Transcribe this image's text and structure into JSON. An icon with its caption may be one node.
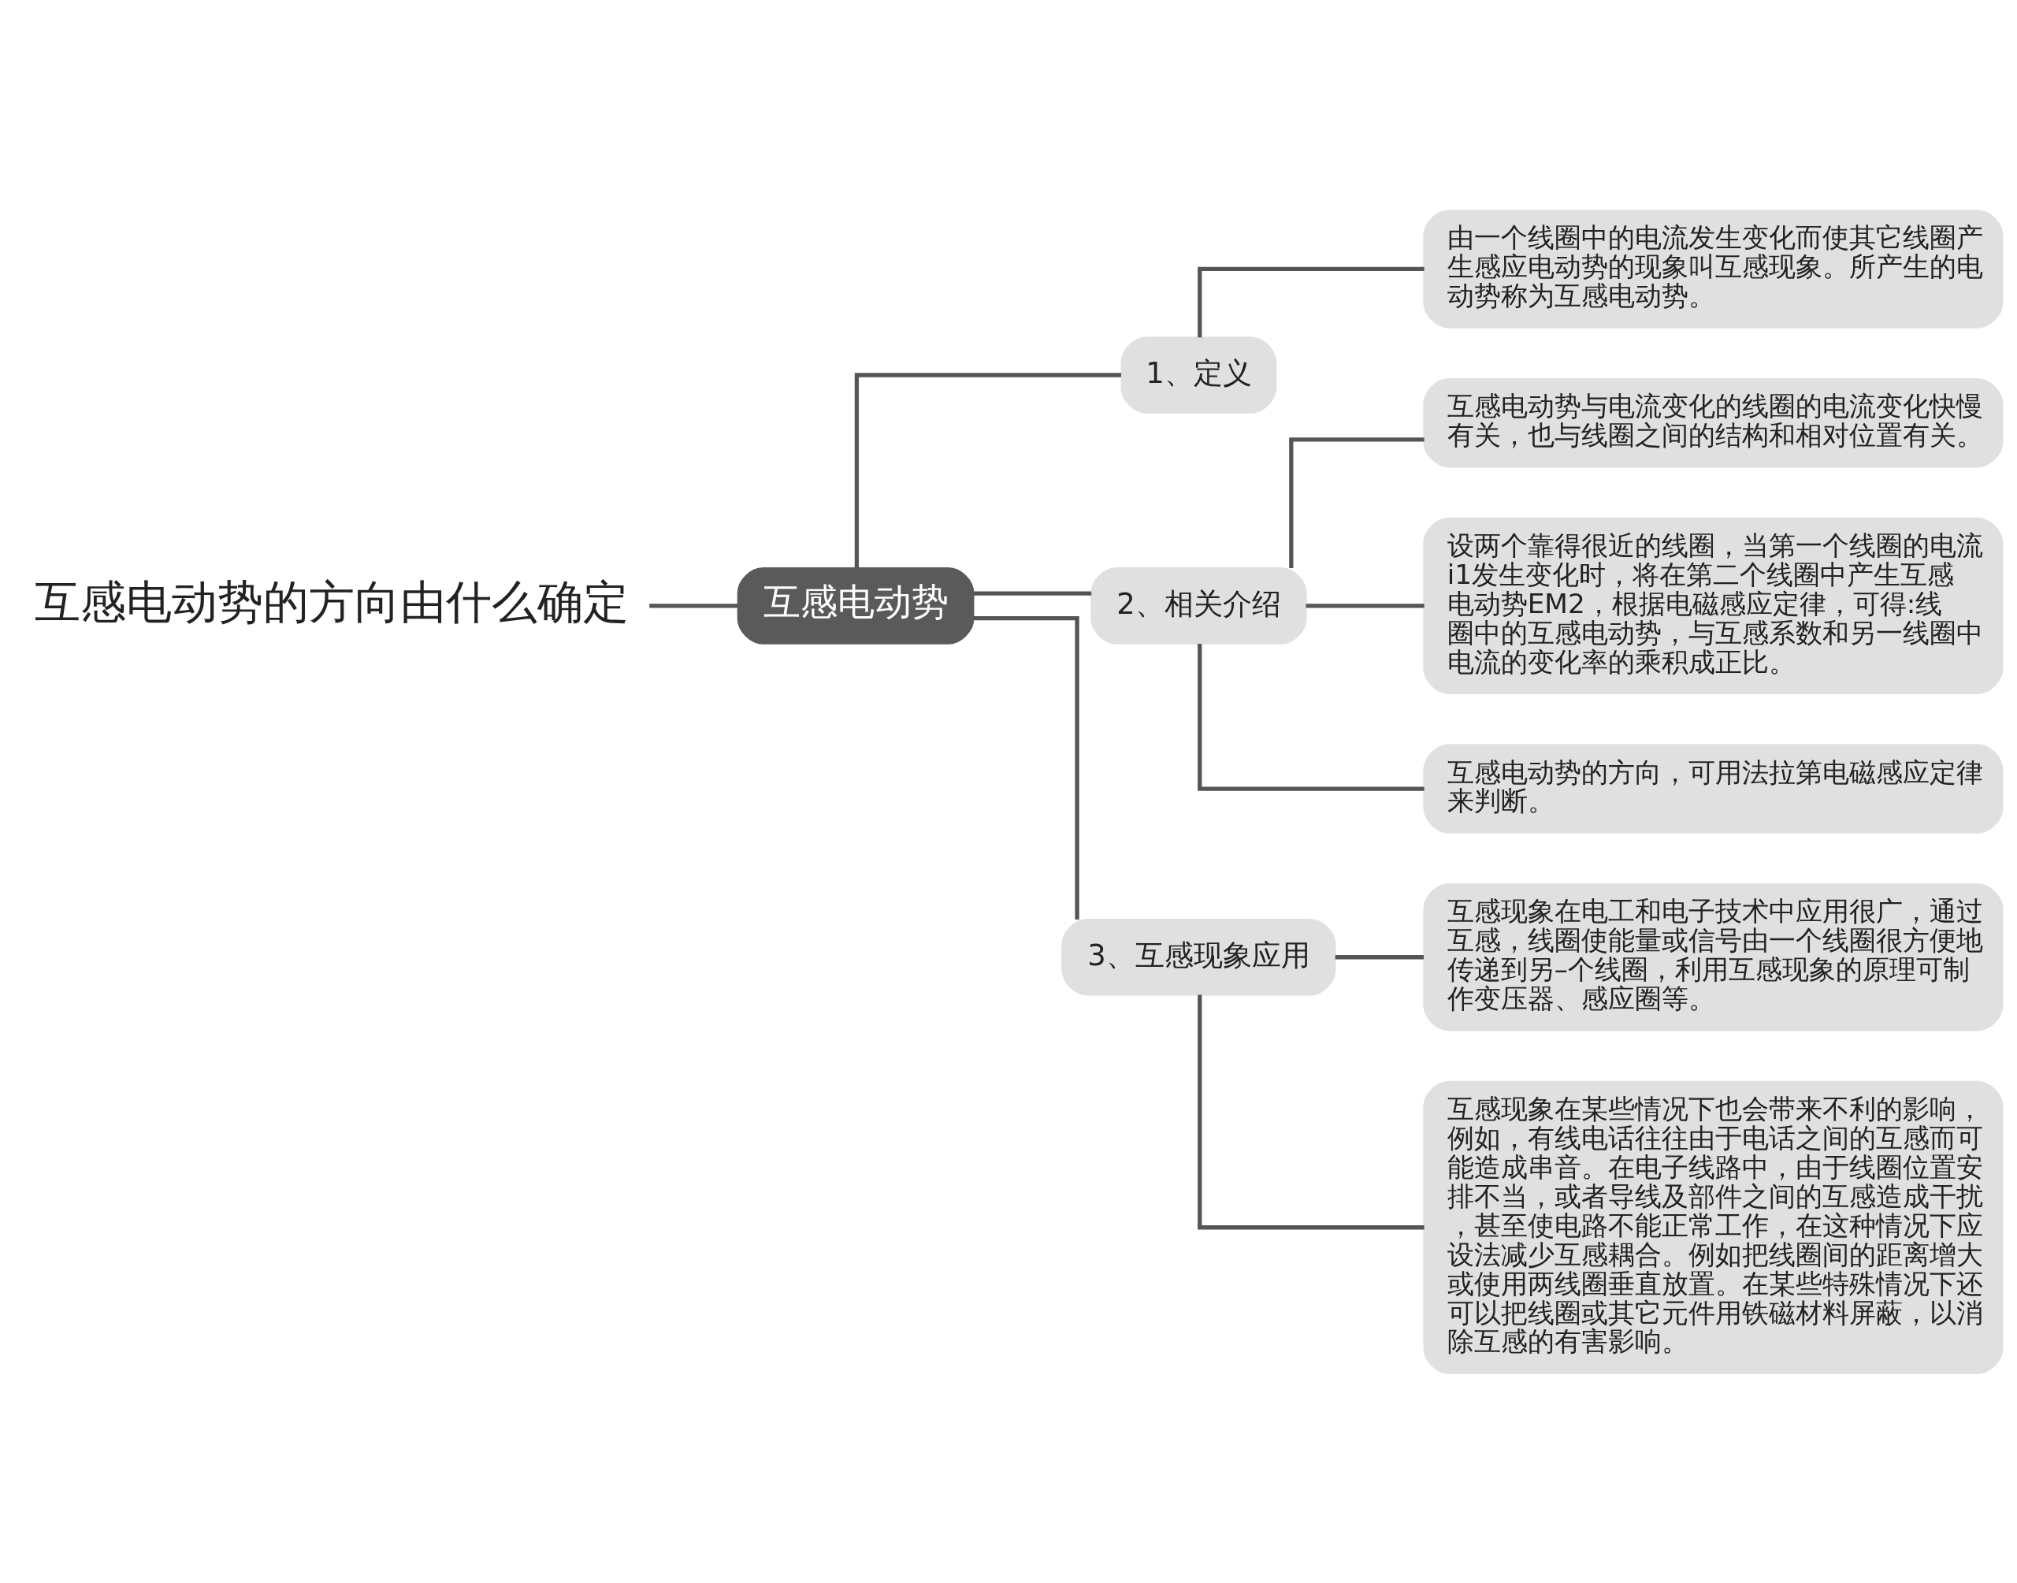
{
  "diagram": {
    "nodes": [
      {
        "text": [
          "互感电动势的方向由什么确定"
        ]
      },
      {
        "text": [
          "互感电动势"
        ]
      },
      {
        "text": [
          "1、定义"
        ]
      },
      {
        "text": [
          "由一个线圈中的电流发生变化而使其它线圈产生感应电动势的现象叫互感现象。所产生的电动势称为互感电动势。"
        ]
      },
      {
        "text": [
          "2、相关介绍"
        ]
      },
      {
        "text": [
          "互感电动势与电流变化的线圈的电流变化快慢有关，也与线圈之间的结构和相对位置有关。"
        ]
      },
      {
        "text": [
          "设两个靠得很近的线圈，当第一个线圈的电流i1发生变化时，将在第二个线圈中产生互感电动势EM2，根据电磁感应定律，可得:线圈中的互感电动势，与互感系数和另一线圈中电流的变化率的乘积成正比。"
        ]
      },
      {
        "text": [
          "互感电动势的方向，可用法拉第电磁感应定律来判断。"
        ]
      },
      {
        "text": [
          "3、互感现象应用"
        ]
      },
      {
        "text": [
          "互感现象在电工和电子技术中应用很广，通过互感，线圈使能量或信号由一个线圈很方便地传递到另–个线圈，利用互感现象的原理可制作变压器、感应圈等。"
        ]
      },
      {
        "text": [
          "互感现象在某些情况下也会带来不利的影响，例如，有线电话往往由于电话之间的互感而可能造成串音。在电子线路中，由于线圈位置安排不当，或者导线及部件之间的互感造成干扰，甚至使电路不能正常工作，在这种情况下应设法减少互感耦合。例如把线圈间的距离增大或使用两线圈垂直放置。在某些特殊情况下还可以把线圈或其它元件用铁磁材料屏蔽，以消除互感的有害影响。"
        ]
      }
    ],
    "edges": [
      {
        "from": 0,
        "to": 1,
        "arrow": "none"
      },
      {
        "from": 1,
        "to": 2,
        "arrow": "none"
      },
      {
        "from": 2,
        "to": 3,
        "arrow": "none"
      },
      {
        "from": 1,
        "to": 4,
        "arrow": "none"
      },
      {
        "from": 4,
        "to": 5,
        "arrow": "none"
      },
      {
        "from": 4,
        "to": 6,
        "arrow": "none"
      },
      {
        "from": 4,
        "to": 7,
        "arrow": "none"
      },
      {
        "from": 1,
        "to": 8,
        "arrow": "none"
      },
      {
        "from": 8,
        "to": 9,
        "arrow": "none"
      },
      {
        "from": 8,
        "to": 10,
        "arrow": "none"
      }
    ]
  }
}
